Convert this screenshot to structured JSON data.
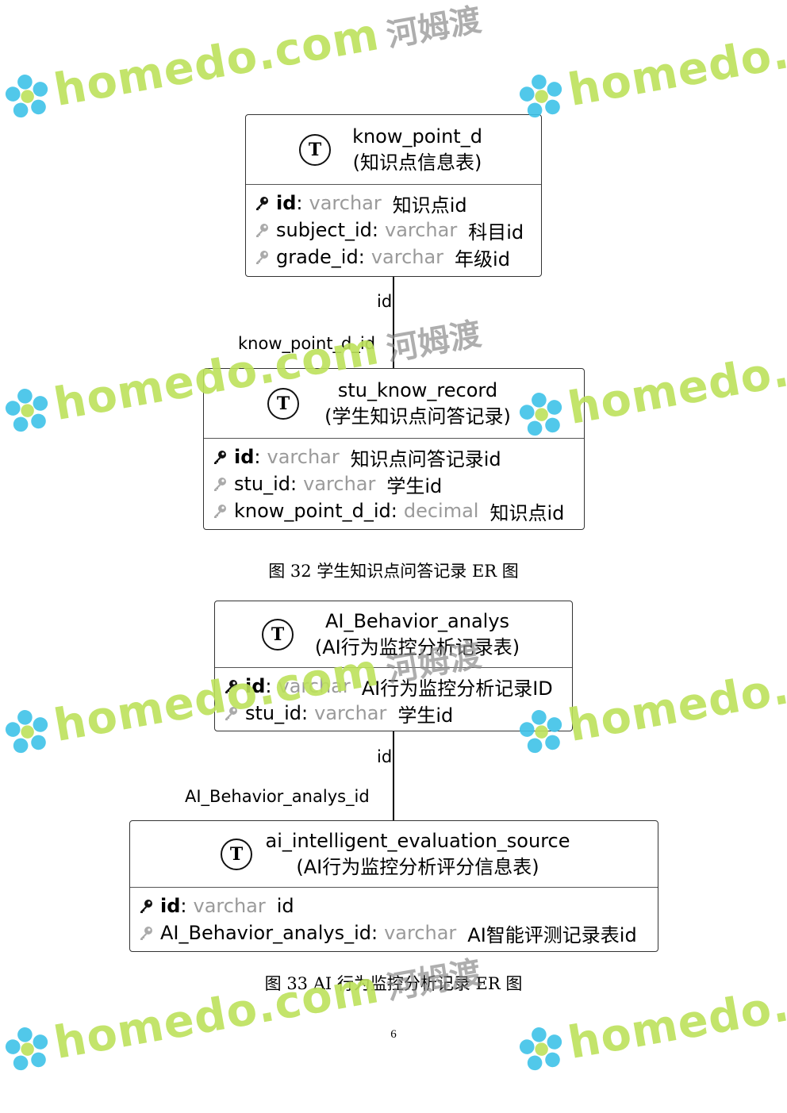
{
  "figures": [
    {
      "caption": "图  32  学生知识点问答记录 ER 图",
      "parent": {
        "name": "know_point_d",
        "comment": "(知识点信息表)",
        "fields": [
          {
            "name": "id",
            "type": "varchar",
            "comment": "知识点id",
            "primary_key": true
          },
          {
            "name": "subject_id",
            "type": "varchar",
            "comment": "科目id",
            "primary_key": false
          },
          {
            "name": "grade_id",
            "type": "varchar",
            "comment": "年级id",
            "primary_key": false
          }
        ]
      },
      "relation": {
        "parent_column": "id",
        "child_column": "know_point_d_id"
      },
      "child": {
        "name": "stu_know_record",
        "comment": "(学生知识点问答记录)",
        "fields": [
          {
            "name": "id",
            "type": "varchar",
            "comment": "知识点问答记录id",
            "primary_key": true
          },
          {
            "name": "stu_id",
            "type": "varchar",
            "comment": "学生id",
            "primary_key": false
          },
          {
            "name": "know_point_d_id",
            "type": "decimal",
            "comment": "知识点id",
            "primary_key": false
          }
        ]
      }
    },
    {
      "caption": "图  33 AI 行为监控分析记录 ER 图",
      "parent": {
        "name": "AI_Behavior_analys",
        "comment": "(AI行为监控分析记录表)",
        "fields": [
          {
            "name": "id",
            "type": "varchar",
            "comment": "AI行为监控分析记录ID",
            "primary_key": true
          },
          {
            "name": "stu_id",
            "type": "varchar",
            "comment": "学生id",
            "primary_key": false
          }
        ]
      },
      "relation": {
        "parent_column": "id",
        "child_column": "AI_Behavior_analys_id"
      },
      "child": {
        "name": "ai_intelligent_evaluation_source",
        "comment": "(AI行为监控分析评分信息表)",
        "fields": [
          {
            "name": "id",
            "type": "varchar",
            "comment": "id",
            "primary_key": true
          },
          {
            "name": "AI_Behavior_analys_id",
            "type": "varchar",
            "comment": "AI智能评测记录表id",
            "primary_key": false
          }
        ]
      }
    }
  ],
  "entity_badge": "T",
  "page_number": "6",
  "watermark": {
    "brand": "homedo",
    "suffix": ".com",
    "cn": "河姆渡"
  },
  "colors": {
    "pk_key": "#111111",
    "fk_key": "#aaaaaa",
    "type_text": "#9a9a9a",
    "watermark_green": "#bde25b",
    "watermark_blue": "#3fc3e8"
  }
}
